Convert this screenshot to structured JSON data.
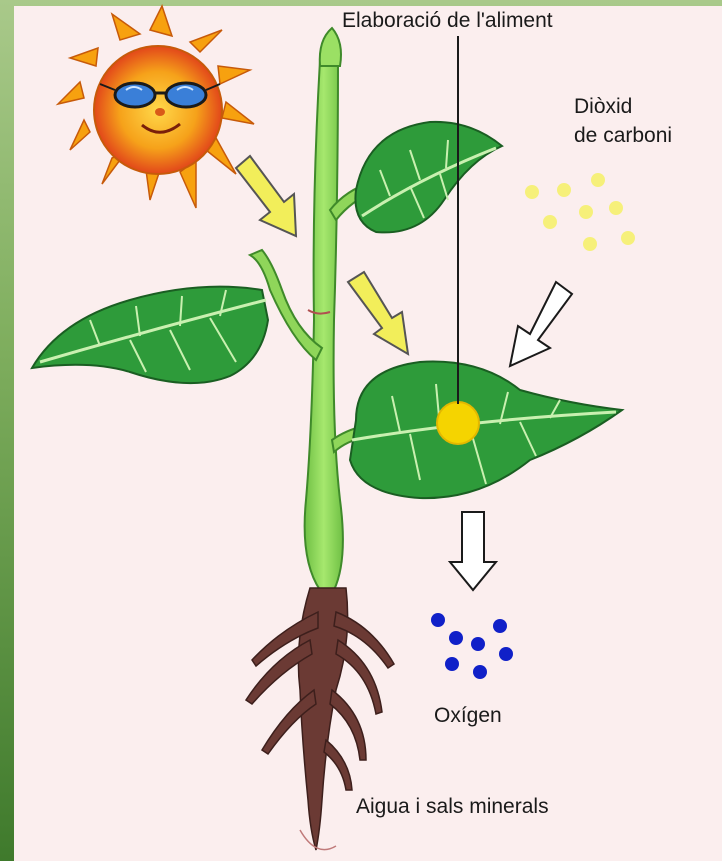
{
  "labels": {
    "food_production": "Elaboració de l'aliment",
    "co2_line1": "Diòxid",
    "co2_line2": "de carboni",
    "oxygen": "Oxígen",
    "water_minerals": "Aigua i sals minerals"
  },
  "colors": {
    "background_panel": "#fbeeee",
    "frame_green": "#4f8a36",
    "leaf": "#2e9b3a",
    "stem": "#8fd65a",
    "root": "#6b3a34",
    "sun": "#f2b400",
    "sunlight_arrow": "#f2ee5a",
    "co2_dot": "#f6f07a",
    "oxygen_dot": "#1020c8",
    "food_dot": "#f5d400"
  },
  "icons": {
    "sun": "sun-with-sunglasses-icon",
    "arrow_light": "yellow-arrow-icon",
    "arrow_gas": "outline-arrow-icon"
  }
}
